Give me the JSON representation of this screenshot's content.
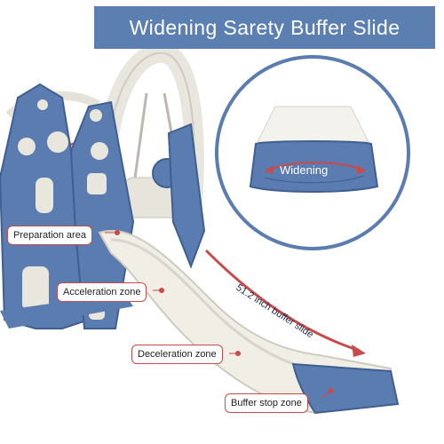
{
  "banner": {
    "title": "Widening Sarety Buffer Slide"
  },
  "labels": {
    "preparation": "Preparation area",
    "acceleration": "Acceleration zone",
    "deceleration": "Deceleration zone",
    "buffer_stop": "Buffer stop zone",
    "widening": "Widening",
    "buffer_slide": "51.2 inch buffer slide"
  },
  "colors": {
    "banner": "#5b7fb1",
    "slide_blue": "#5a7cb0",
    "accent_red": "#c94a4a",
    "white_plastic": "#f1eee6"
  }
}
